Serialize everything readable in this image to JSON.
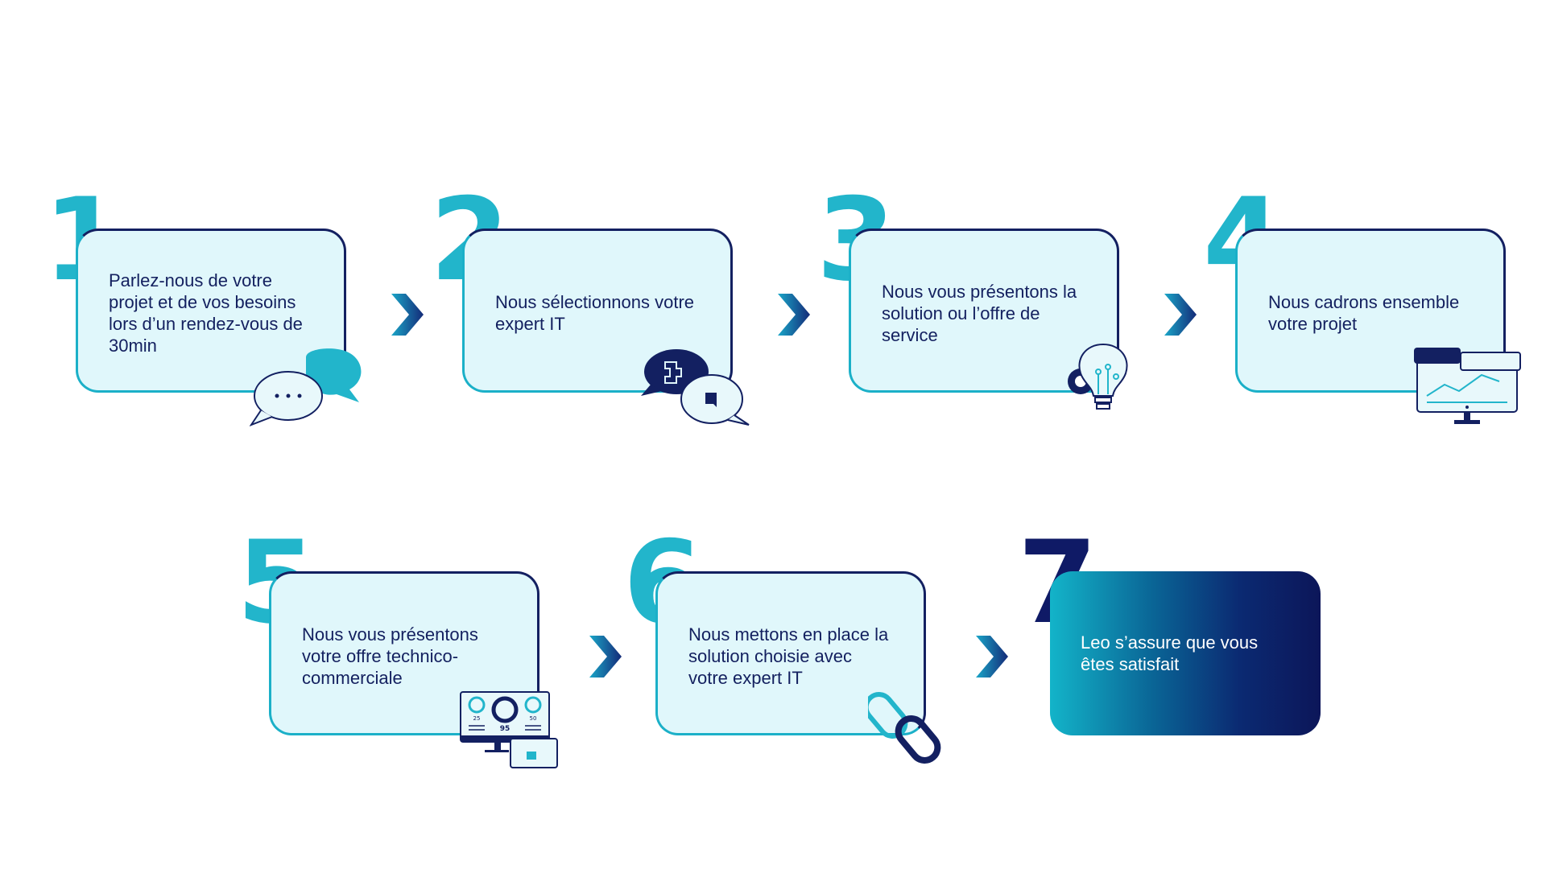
{
  "steps": [
    {
      "number": "1",
      "text": "Parlez-nous de votre projet et de vos besoins lors d’un rendez-vous de 30min",
      "icon": "chat-bubbles-icon"
    },
    {
      "number": "2",
      "text": "Nous sélectionnons votre expert IT",
      "icon": "puzzle-chat-icon"
    },
    {
      "number": "3",
      "text": "Nous vous présentons la solution ou l’offre de service",
      "icon": "lightbulb-gear-icon"
    },
    {
      "number": "4",
      "text": "Nous cadrons ensemble votre projet",
      "icon": "monitor-chart-icon"
    },
    {
      "number": "5",
      "text": "Nous vous présentons votre offre technico-commerciale",
      "icon": "dashboard-monitor-icon"
    },
    {
      "number": "6",
      "text": "Nous mettons en place la solution choisie avec votre expert IT",
      "icon": "chain-link-icon"
    },
    {
      "number": "7",
      "text": "Leo s’assure que vous êtes satisfait",
      "icon": "none"
    }
  ],
  "dashboard_values": {
    "left": "25",
    "center": "95",
    "right": "50"
  },
  "colors": {
    "teal": "#22b5cb",
    "navy": "#132061",
    "card_fill": "#e0f7fb",
    "final_gradient_start": "#13b4c9",
    "final_gradient_end": "#0c1659"
  }
}
